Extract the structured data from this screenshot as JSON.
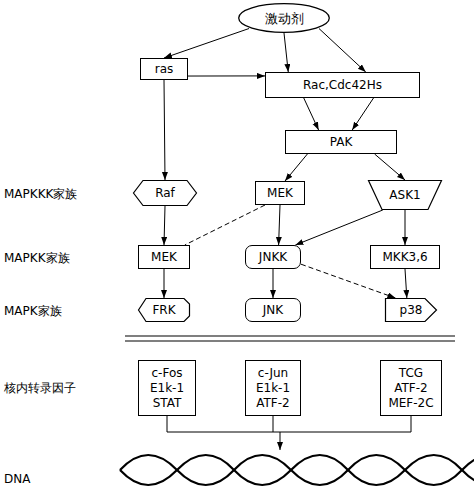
{
  "diagram": {
    "nodes": [
      {
        "text": [
          "激动剂"
        ]
      },
      {
        "text": [
          "ras"
        ]
      },
      {
        "text": [
          "Rac,Cdc42Hs"
        ]
      },
      {
        "text": [
          "PAK"
        ]
      },
      {
        "text": [
          "Raf"
        ]
      },
      {
        "text": [
          "MEK"
        ]
      },
      {
        "text": [
          "ASK1"
        ]
      },
      {
        "text": [
          "MEK"
        ]
      },
      {
        "text": [
          "JNKK"
        ]
      },
      {
        "text": [
          "MKK3,6"
        ]
      },
      {
        "text": [
          "FRK"
        ]
      },
      {
        "text": [
          "JNK"
        ]
      },
      {
        "text": [
          "p38"
        ]
      },
      {
        "text": [
          "c-Fos",
          "E1k-1",
          "STAT"
        ]
      },
      {
        "text": [
          "c-Jun",
          "E1k-1",
          "ATF-2"
        ]
      },
      {
        "text": [
          "TCG",
          "ATF-2",
          "MEF-2C"
        ]
      }
    ],
    "edges": [
      {
        "from": 0,
        "to": 1,
        "arrow": "to"
      },
      {
        "from": 0,
        "to": 2,
        "arrow": "to"
      },
      {
        "from": 0,
        "to": 2,
        "arrow": "to"
      },
      {
        "from": 1,
        "to": 2,
        "arrow": "to"
      },
      {
        "from": 1,
        "to": 4,
        "arrow": "to"
      },
      {
        "from": 2,
        "to": 3,
        "arrow": "to"
      },
      {
        "from": 2,
        "to": 3,
        "arrow": "to"
      },
      {
        "from": 3,
        "to": 5,
        "arrow": "to"
      },
      {
        "from": 3,
        "to": 6,
        "arrow": "to"
      },
      {
        "from": 4,
        "to": 7,
        "arrow": "to"
      },
      {
        "from": 5,
        "to": 7,
        "arrow": "none"
      },
      {
        "from": 5,
        "to": 8,
        "arrow": "to"
      },
      {
        "from": 6,
        "to": 8,
        "arrow": "to"
      },
      {
        "from": 6,
        "to": 9,
        "arrow": "to"
      },
      {
        "from": 7,
        "to": 10,
        "arrow": "to"
      },
      {
        "from": 8,
        "to": 11,
        "arrow": "to"
      },
      {
        "from": 8,
        "to": 12,
        "arrow": "to"
      },
      {
        "from": 9,
        "to": 12,
        "arrow": "to"
      }
    ],
    "labels": [
      "MAPKKK家族",
      "MAPKK家族",
      "MAPK家族",
      "核内转录因子",
      "DNA"
    ]
  }
}
